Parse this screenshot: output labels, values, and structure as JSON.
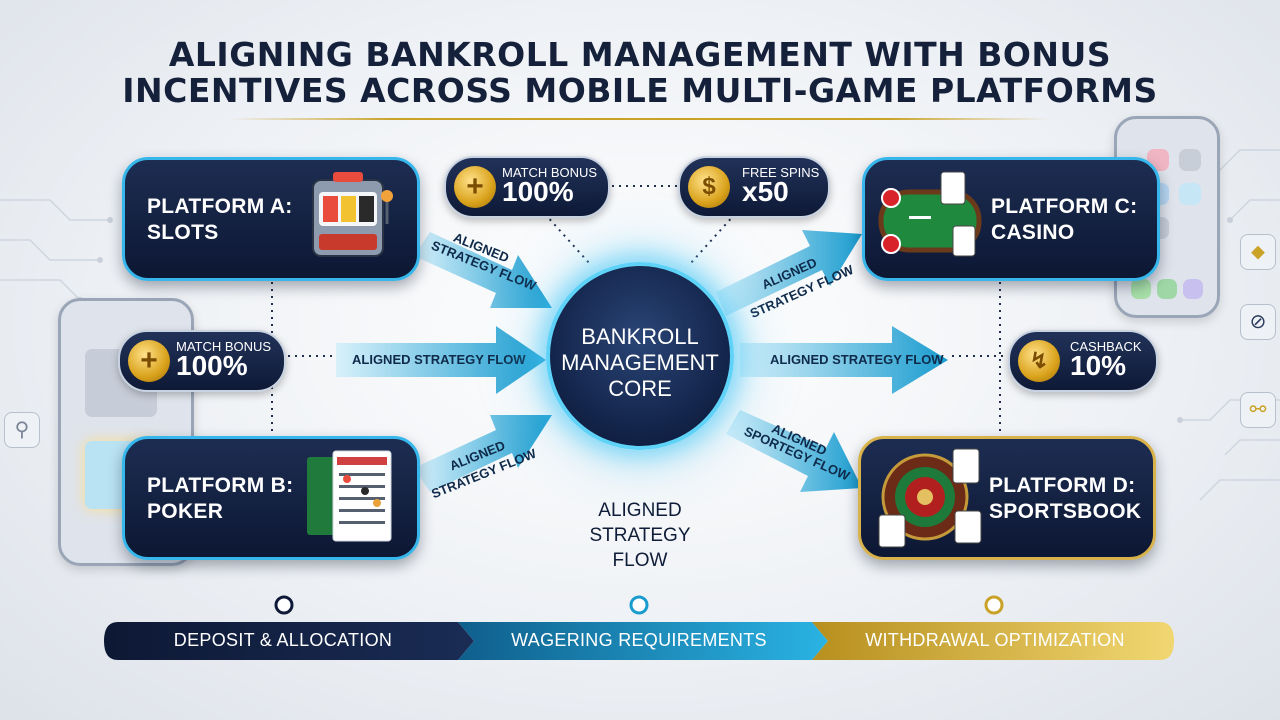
{
  "title": {
    "line1": "Aligning Bankroll Management With Bonus",
    "line2": "Incentives Across Mobile Multi-Game Platforms"
  },
  "platforms": {
    "a": {
      "label1": "Platform A:",
      "label2": "Slots",
      "icon": "slot-machine-icon"
    },
    "b": {
      "label1": "Platform B:",
      "label2": "Poker",
      "icon": "betting-slip-icon"
    },
    "c": {
      "label1": "Platform C:",
      "label2": "Casino",
      "icon": "casino-table-icon"
    },
    "d": {
      "label1": "Platform D:",
      "label2": "Sportsbook",
      "icon": "roulette-wheel-icon"
    }
  },
  "bonuses": {
    "match_top": {
      "small": "Match Bonus",
      "big": "100%",
      "icon": "plus-coin-icon"
    },
    "free_spins": {
      "small": "Free Spins",
      "big": "x50",
      "icon": "dollar-coin-icon"
    },
    "match_left": {
      "small": "Match Bonus",
      "big": "100%",
      "icon": "plus-coin-icon"
    },
    "cashback": {
      "small": "Cashback",
      "big": "10%",
      "icon": "cashback-coin-icon"
    }
  },
  "flow": {
    "label": "Aligned Strategy Flow",
    "diag_line1": "Aligned",
    "diag_line2": "Strategy Flow",
    "dr_line2": "Sportegy Flow"
  },
  "core": {
    "line1": "Bankroll",
    "line2": "Management",
    "line3": "Core"
  },
  "center_caption": {
    "line1": "Aligned",
    "line2": "Strategy Flow"
  },
  "steps": [
    {
      "label": "Deposit & Allocation"
    },
    {
      "label": "Wagering Requirements"
    },
    {
      "label": "Withdrawal Optimization"
    }
  ],
  "colors": {
    "navy": "#0e1a38",
    "cyan": "#36b6ea",
    "gold": "#d8b24a",
    "teal": "#1a9ccf"
  }
}
